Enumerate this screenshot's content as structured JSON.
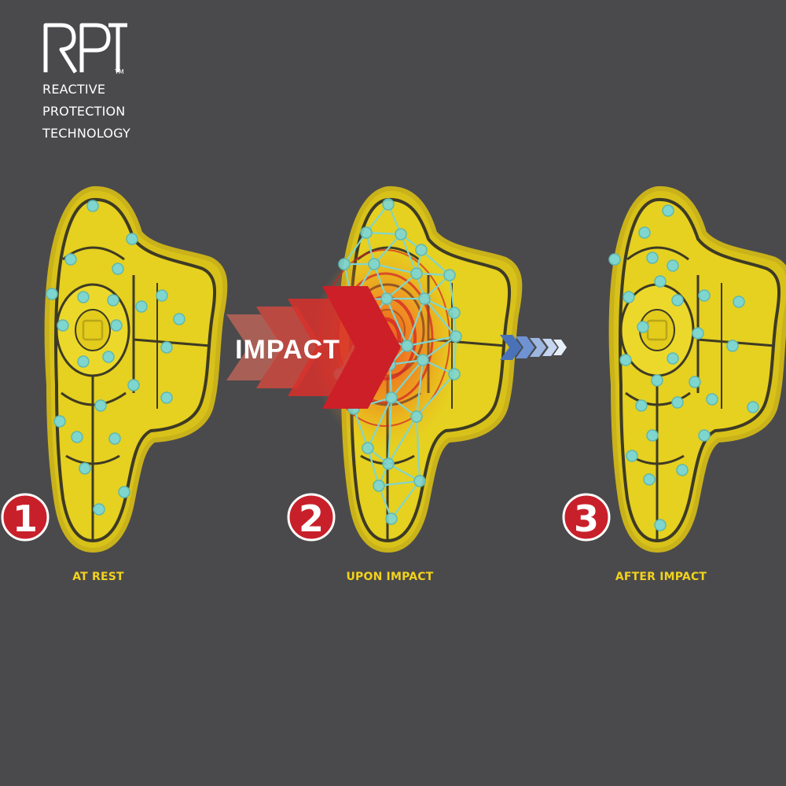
{
  "brand": {
    "mark": "RPT",
    "tm": "TM",
    "lines": [
      "REACTIVE",
      "PROTECTION",
      "TECHNOLOGY"
    ]
  },
  "impact_label": "IMPACT",
  "stages": [
    {
      "number": "1",
      "caption": "AT REST"
    },
    {
      "number": "2",
      "caption": "UPON IMPACT"
    },
    {
      "number": "3",
      "caption": "AFTER IMPACT"
    }
  ],
  "colors": {
    "background": "#4a4a4c",
    "pad_yellow": "#e3cc1c",
    "pad_outline": "#3d3a25",
    "node_teal": "#7fd6cf",
    "badge_red": "#c8202a",
    "caption_yellow": "#f2d21c",
    "impact_red": "#d2202a",
    "after_blue": "#5b86c9"
  }
}
